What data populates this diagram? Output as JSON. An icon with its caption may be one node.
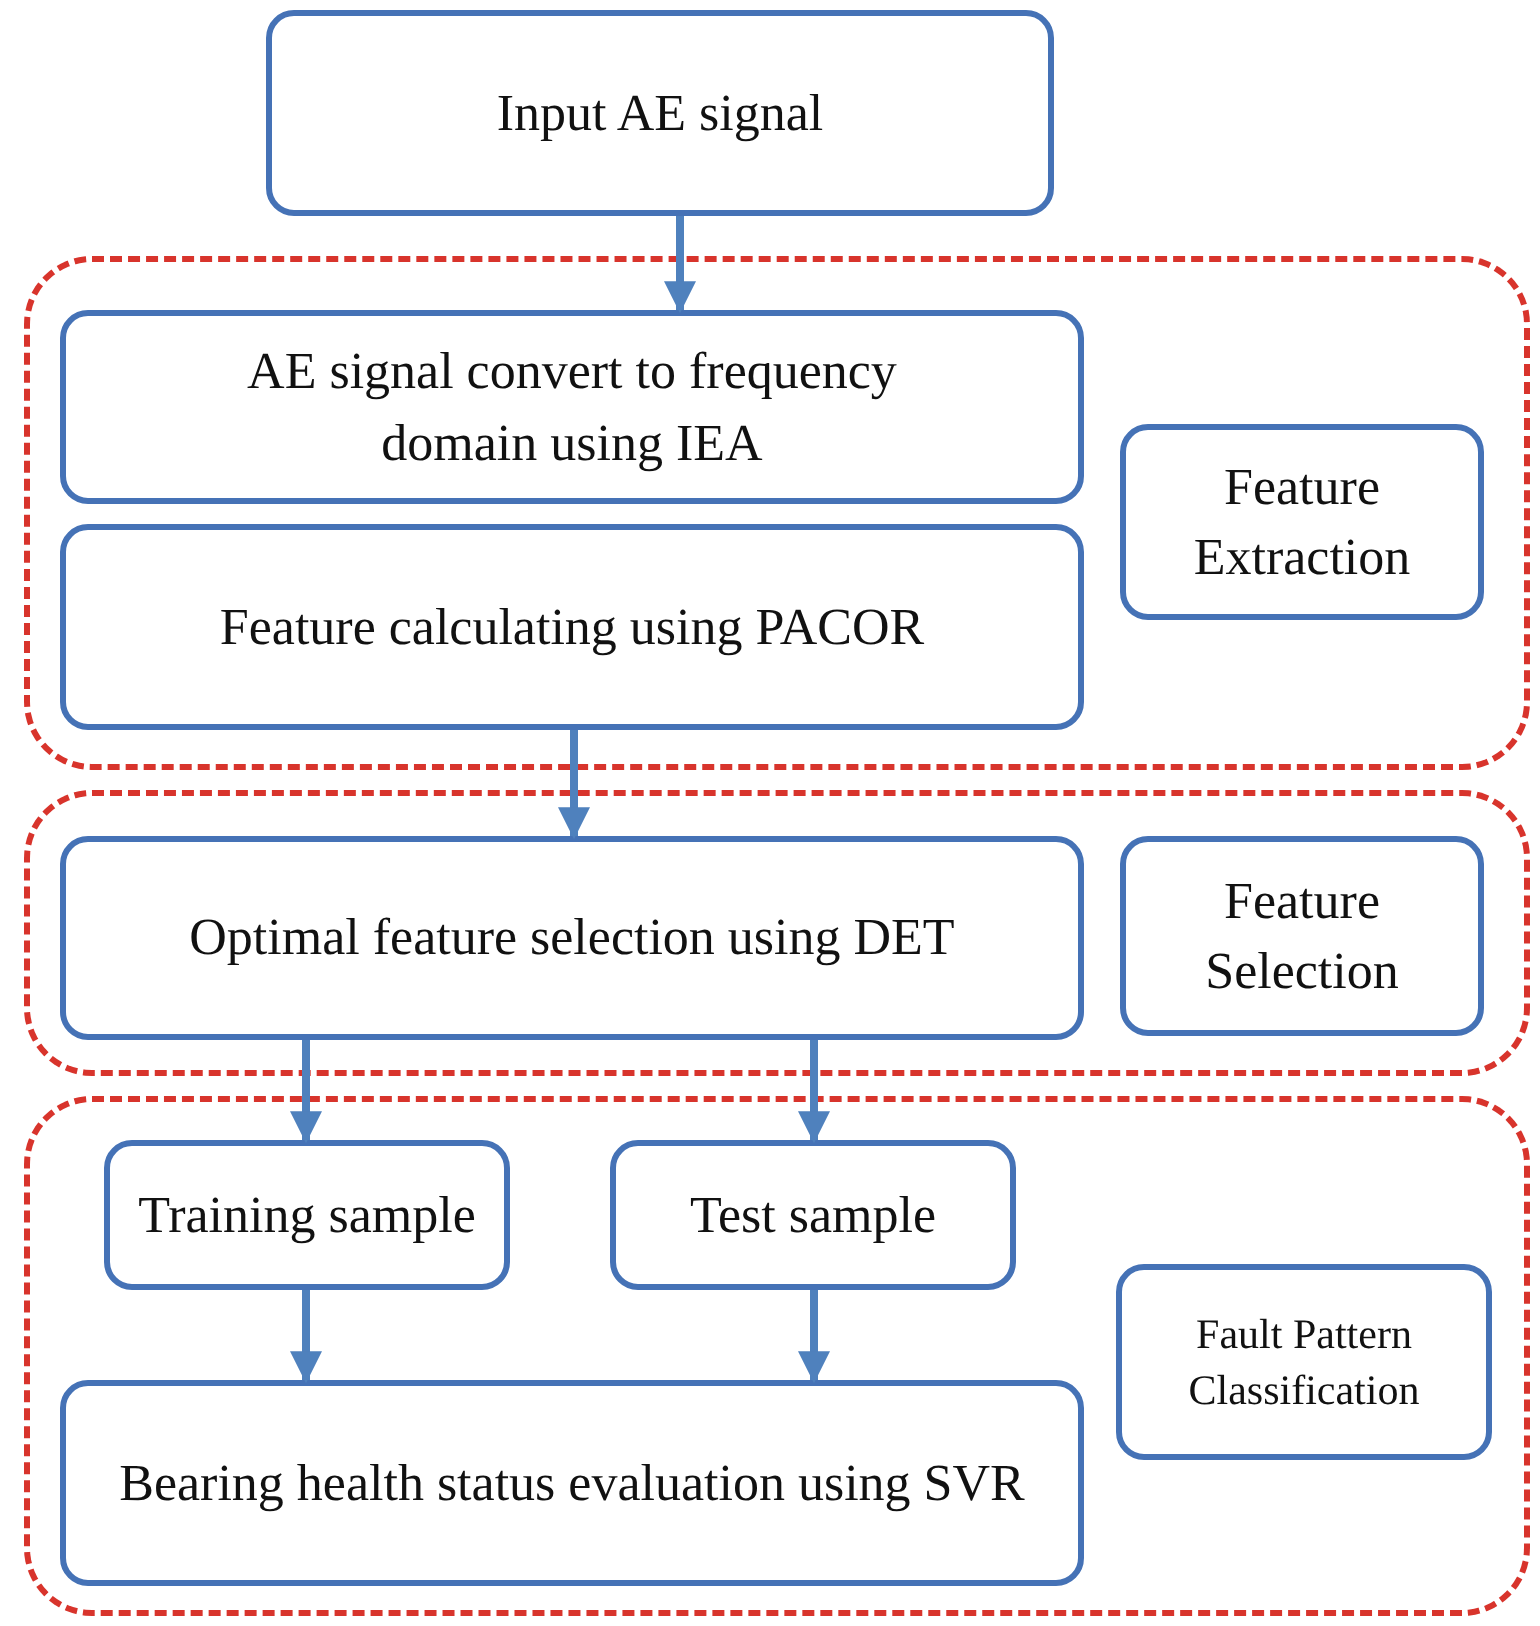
{
  "diagram": {
    "nodes": [
      {
        "text": [
          "Input AE signal"
        ]
      },
      {
        "text": [],
        "shape": "box"
      },
      {
        "text": [
          "AE signal convert to frequency domain using IEA"
        ],
        "in": 1
      },
      {
        "text": [
          "Feature calculating using PACOR"
        ],
        "in": 1
      },
      {
        "text": [
          "Feature Extraction"
        ],
        "in": 1
      },
      {
        "text": [],
        "shape": "box"
      },
      {
        "text": [
          "Optimal feature selection using DET"
        ],
        "in": 5
      },
      {
        "text": [
          "Feature Selection"
        ],
        "in": 5
      },
      {
        "text": [],
        "shape": "box"
      },
      {
        "text": [
          "Training sample"
        ],
        "in": 8
      },
      {
        "text": [
          "Test sample"
        ],
        "in": 8
      },
      {
        "text": [
          "Bearing health status evaluation using SVR"
        ],
        "in": 8
      },
      {
        "text": [
          "Fault Pattern Classification"
        ],
        "in": 8
      }
    ],
    "edges": [
      {
        "from": 0,
        "to": 2,
        "arrow": "to"
      },
      {
        "from": 3,
        "to": 6,
        "arrow": "to"
      },
      {
        "from": 6,
        "to": 9,
        "arrow": "to"
      },
      {
        "from": 6,
        "to": 10,
        "arrow": "to"
      },
      {
        "from": 9,
        "to": 11,
        "arrow": "to"
      },
      {
        "from": 10,
        "to": 11,
        "arrow": "to"
      }
    ]
  }
}
